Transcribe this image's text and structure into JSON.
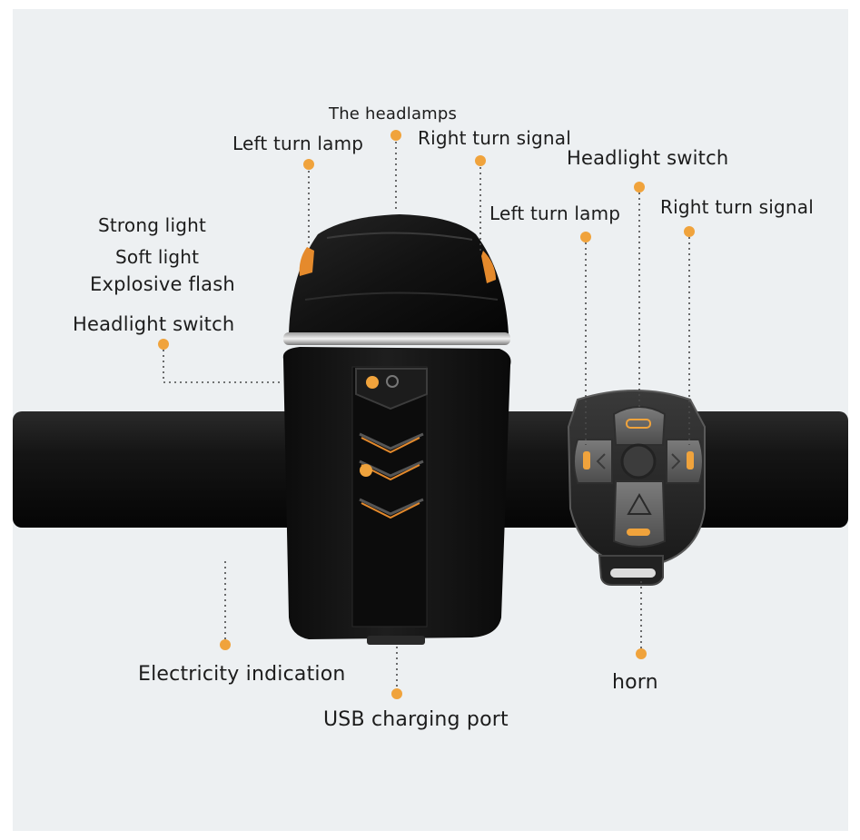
{
  "accent_color": "#f0a33c",
  "labels": {
    "headlamps": "The headlamps",
    "left_turn_lamp_1": "Left turn lamp",
    "right_turn_signal_1": "Right turn signal",
    "headlight_switch_remote": "Headlight switch",
    "left_turn_lamp_2": "Left turn lamp",
    "right_turn_signal_2": "Right turn signal",
    "strong_light": "Strong light",
    "soft_light": "Soft light",
    "explosive_flash": "Explosive flash",
    "headlight_switch_lamp": "Headlight switch",
    "electricity_indication": "Electricity indication",
    "usb_charging_port": "USB charging port",
    "horn": "horn"
  }
}
